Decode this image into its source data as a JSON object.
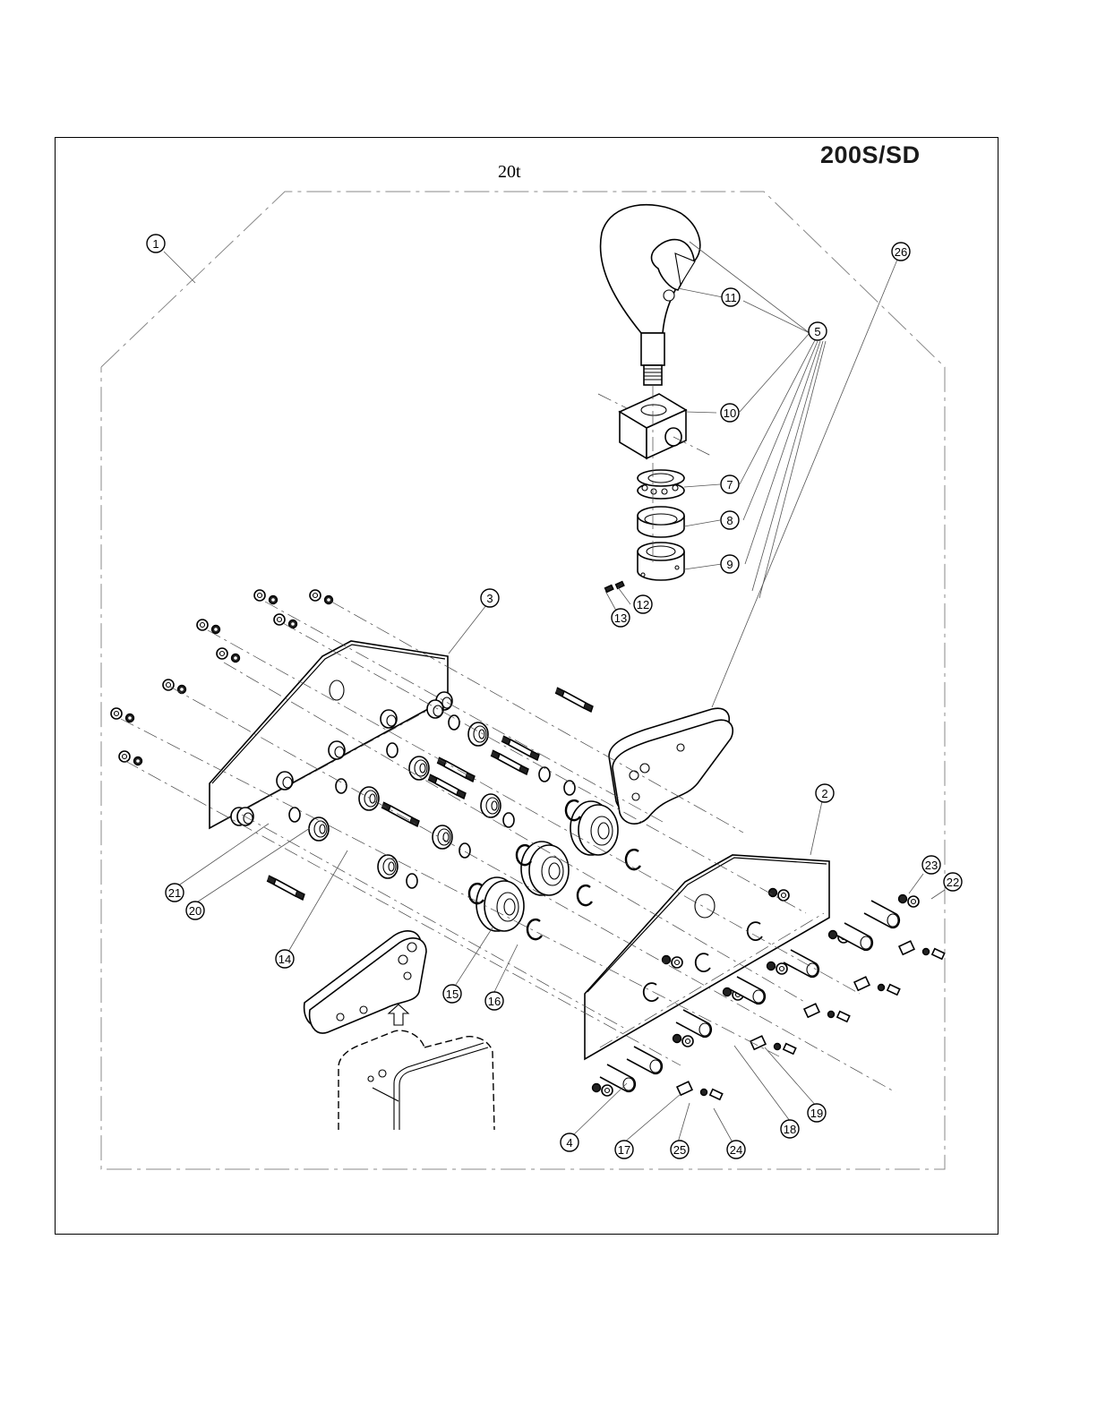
{
  "header": {
    "model": "200S/SD",
    "capacity": "20t"
  },
  "callouts": [
    {
      "id": "1",
      "label": "1"
    },
    {
      "id": "2",
      "label": "2"
    },
    {
      "id": "3",
      "label": "3"
    },
    {
      "id": "4",
      "label": "4"
    },
    {
      "id": "5",
      "label": "5"
    },
    {
      "id": "7",
      "label": "7"
    },
    {
      "id": "8",
      "label": "8"
    },
    {
      "id": "9",
      "label": "9"
    },
    {
      "id": "10",
      "label": "10"
    },
    {
      "id": "11",
      "label": "11"
    },
    {
      "id": "12",
      "label": "12"
    },
    {
      "id": "13",
      "label": "13"
    },
    {
      "id": "14",
      "label": "14"
    },
    {
      "id": "15",
      "label": "15"
    },
    {
      "id": "16",
      "label": "16"
    },
    {
      "id": "17",
      "label": "17"
    },
    {
      "id": "18",
      "label": "18"
    },
    {
      "id": "19",
      "label": "19"
    },
    {
      "id": "20",
      "label": "20"
    },
    {
      "id": "21",
      "label": "21"
    },
    {
      "id": "22",
      "label": "22"
    },
    {
      "id": "23",
      "label": "23"
    },
    {
      "id": "24",
      "label": "24"
    },
    {
      "id": "25",
      "label": "25"
    },
    {
      "id": "26",
      "label": "26"
    }
  ]
}
